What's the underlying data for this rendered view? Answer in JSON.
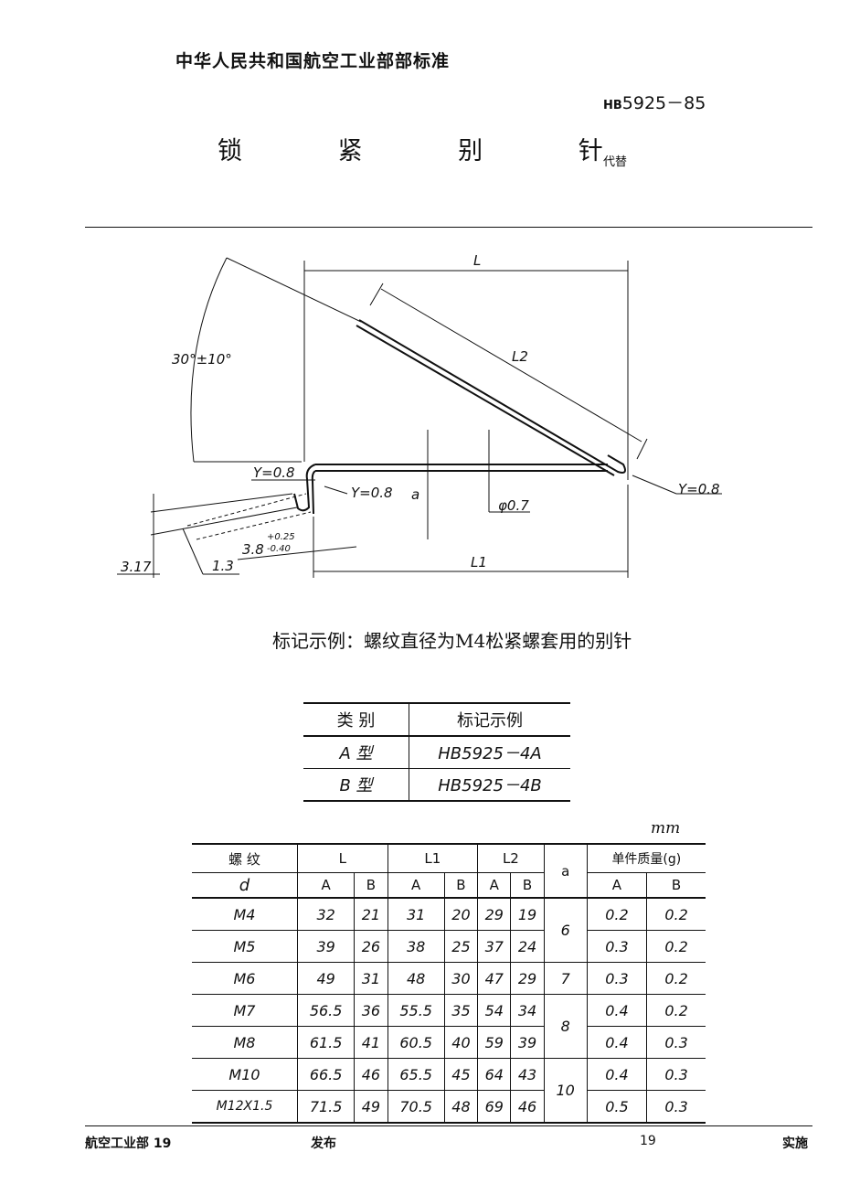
{
  "header": {
    "organization": "中华人民共和国航空工业部部标准",
    "standard_prefix": "HB",
    "standard_number": "5925－85",
    "title": "锁 紧 别 针",
    "replaces_label": "代替"
  },
  "drawing": {
    "labels": {
      "L": "L",
      "L1": "L1",
      "L2": "L2",
      "angle": "30°±10°",
      "r_left": "Y=0.8",
      "r_mid": "Y=0.8",
      "r_right": "Y=0.8",
      "a": "a",
      "phi": "φ0.7",
      "dim_38": "3.8",
      "tol_upper": "+0.25",
      "tol_lower": "-0.40",
      "dim_13": "1.3",
      "dim_317": "3.17"
    }
  },
  "marking_example": "标记示例：螺纹直径为M4松紧螺套用的别针",
  "type_table": {
    "headers": [
      "类 别",
      "标记示例"
    ],
    "rows": [
      [
        "A 型",
        "HB5925－4A"
      ],
      [
        "B 型",
        "HB5925－4B"
      ]
    ]
  },
  "spec_table": {
    "unit": "mm",
    "header_thread": "螺 纹",
    "header_d": "d",
    "header_L": "L",
    "header_L1": "L1",
    "header_L2": "L2",
    "header_a": "a",
    "header_mass": "单件质量(g)",
    "sub_A": "A",
    "sub_B": "B",
    "rows": [
      {
        "d": "M4",
        "L_A": "32",
        "L_B": "21",
        "L1_A": "31",
        "L1_B": "20",
        "L2_A": "29",
        "L2_B": "19",
        "m_A": "0.2",
        "m_B": "0.2"
      },
      {
        "d": "M5",
        "L_A": "39",
        "L_B": "26",
        "L1_A": "38",
        "L1_B": "25",
        "L2_A": "37",
        "L2_B": "24",
        "m_A": "0.3",
        "m_B": "0.2"
      },
      {
        "d": "M6",
        "L_A": "49",
        "L_B": "31",
        "L1_A": "48",
        "L1_B": "30",
        "L2_A": "47",
        "L2_B": "29",
        "m_A": "0.3",
        "m_B": "0.2"
      },
      {
        "d": "M7",
        "L_A": "56.5",
        "L_B": "36",
        "L1_A": "55.5",
        "L1_B": "35",
        "L2_A": "54",
        "L2_B": "34",
        "m_A": "0.4",
        "m_B": "0.2"
      },
      {
        "d": "M8",
        "L_A": "61.5",
        "L_B": "41",
        "L1_A": "60.5",
        "L1_B": "40",
        "L2_A": "59",
        "L2_B": "39",
        "m_A": "0.4",
        "m_B": "0.3"
      },
      {
        "d": "M10",
        "L_A": "66.5",
        "L_B": "46",
        "L1_A": "65.5",
        "L1_B": "45",
        "L2_A": "64",
        "L2_B": "43",
        "m_A": "0.4",
        "m_B": "0.3"
      },
      {
        "d": "M12X1.5",
        "L_A": "71.5",
        "L_B": "49",
        "L1_A": "70.5",
        "L1_B": "48",
        "L2_A": "69",
        "L2_B": "46",
        "m_A": "0.5",
        "m_B": "0.3"
      }
    ],
    "a_values": [
      "6",
      "7",
      "8",
      "10"
    ]
  },
  "footer": {
    "department": "航空工业部 19",
    "release": "发布",
    "page": "19",
    "implement": "实施"
  }
}
